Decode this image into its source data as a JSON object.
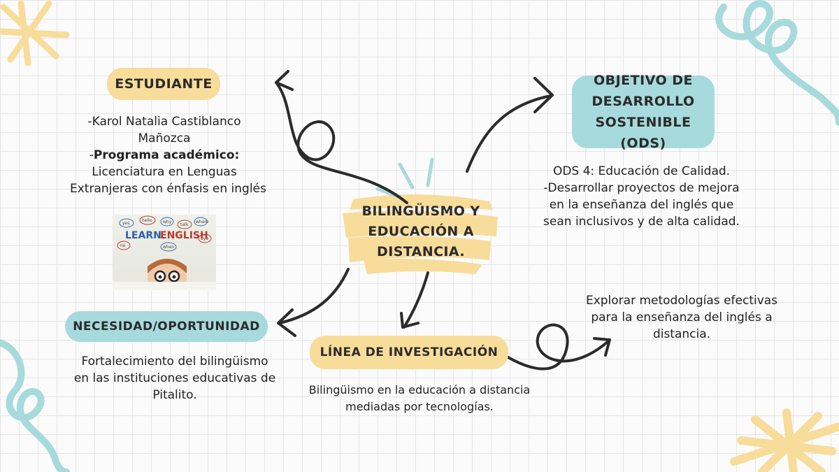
{
  "center": {
    "title_lines": [
      "BILINGÜISMO Y",
      "EDUCACIÓN A",
      "DISTANCIA."
    ]
  },
  "student": {
    "heading": "ESTUDIANTE",
    "line1": "-Karol Natalia Castiblanco",
    "line2": "Mañozca",
    "program_prefix": "-",
    "program_label": "Programa académico:",
    "line4": "Licenciatura en Lenguas",
    "line5": "Extranjeras con énfasis en inglés"
  },
  "photo": {
    "title_learn": "LEARN",
    "title_english": "ENGLISH",
    "bubbles": [
      "yes",
      "hello",
      "why",
      "talk",
      "where",
      "no",
      "when",
      "bye"
    ]
  },
  "ods": {
    "heading_lines": [
      "OBJETIVO DE",
      "DESARROLLO",
      "SOSTENIBLE (ODS)"
    ],
    "text_lines": [
      "ODS 4: Educación de Calidad.",
      "-Desarrollar proyectos de mejora",
      "en la enseñanza del inglés que",
      "sean inclusivos y de alta calidad."
    ]
  },
  "need": {
    "heading": "NECESIDAD/OPORTUNIDAD",
    "text_lines": [
      "Fortalecimiento del bilingüismo",
      "en las instituciones educativas de",
      "Pitalito."
    ]
  },
  "research": {
    "heading": "LÍNEA DE INVESTIGACIÓN",
    "text_lines": [
      "Bilingüismo en la educación a distancia",
      "mediadas por tecnologías."
    ]
  },
  "explore": {
    "text_lines": [
      "Explorar metodologías efectivas",
      "para la enseñanza del inglés a",
      "distancia."
    ]
  },
  "colors": {
    "yellow": "#f8dc9a",
    "teal": "#a7dadc",
    "arrow": "#2b2b2b"
  }
}
